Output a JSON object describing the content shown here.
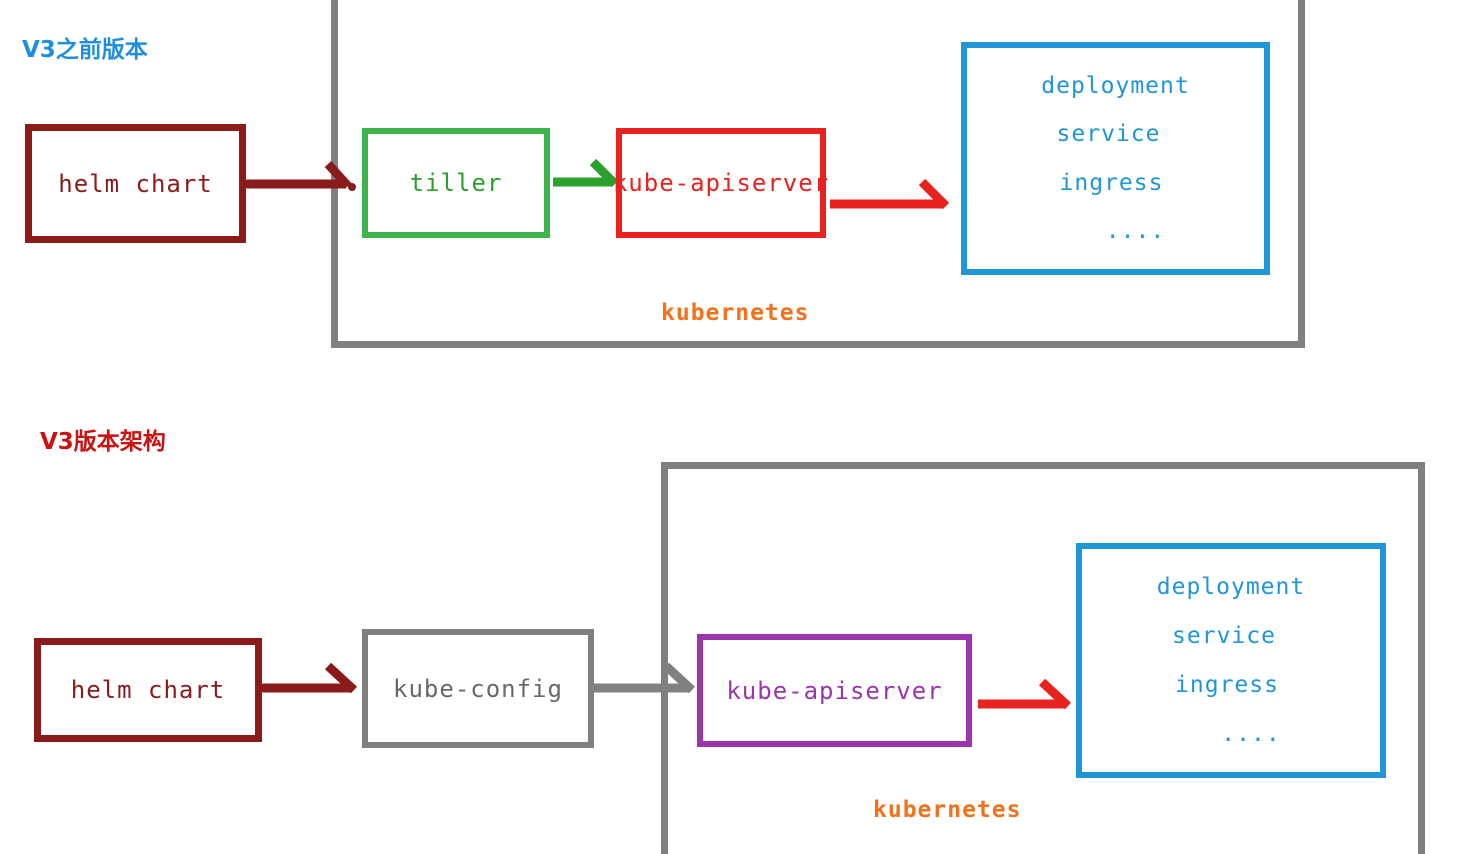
{
  "diagram": {
    "title_top": "V3之前版本",
    "title_bottom": "V3版本架构",
    "colors": {
      "title_top": "#1f8fdd",
      "title_bottom": "#cc1111",
      "dark_red": "#8b1a1a",
      "green": "#2ca02c",
      "red": "#e8221f",
      "gray": "#808080",
      "purple": "#9b35ab",
      "blue": "#2196d6",
      "orange": "#f4711b"
    }
  },
  "top": {
    "helm_chart": "helm chart",
    "tiller": "tiller",
    "kube_apiserver": "kube-apiserver",
    "cluster_label": "kubernetes",
    "resources": {
      "deployment": "deployment",
      "service": "service",
      "ingress": "ingress",
      "ellipsis": "...."
    }
  },
  "bottom": {
    "helm_chart": "helm chart",
    "kube_config": "kube-config",
    "kube_apiserver": "kube-apiserver",
    "cluster_label": "kubernetes",
    "resources": {
      "deployment": "deployment",
      "service": "service",
      "ingress": "ingress",
      "ellipsis": "...."
    }
  }
}
